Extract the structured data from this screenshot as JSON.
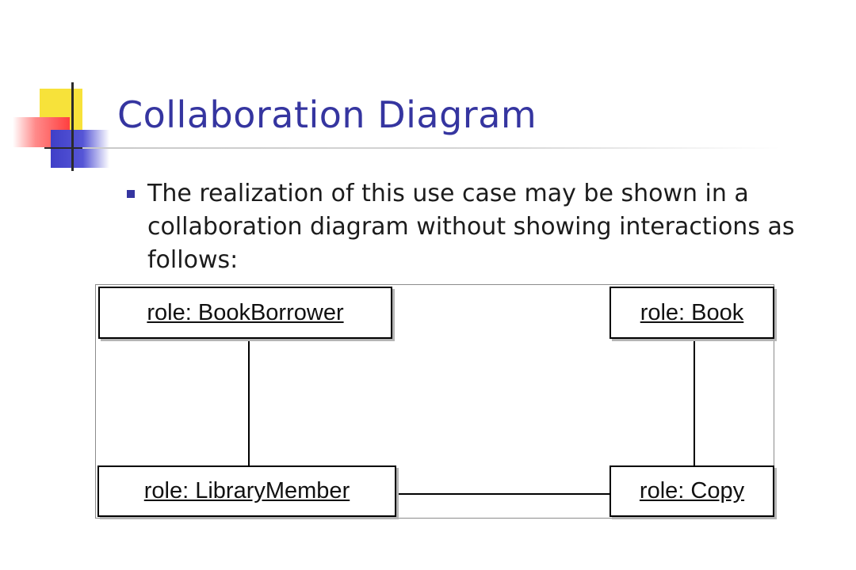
{
  "slide": {
    "title": "Collaboration Diagram",
    "bullet": "The realization of this use case may be shown in a collaboration diagram without showing interactions as follows:"
  },
  "diagram": {
    "objects": {
      "book_borrower": "role: BookBorrower",
      "book": "role: Book",
      "library_member": "role: LibraryMember",
      "copy": "role: Copy"
    },
    "links": [
      {
        "from": "book_borrower",
        "to": "library_member"
      },
      {
        "from": "book",
        "to": "copy"
      },
      {
        "from": "library_member",
        "to": "copy"
      }
    ]
  }
}
